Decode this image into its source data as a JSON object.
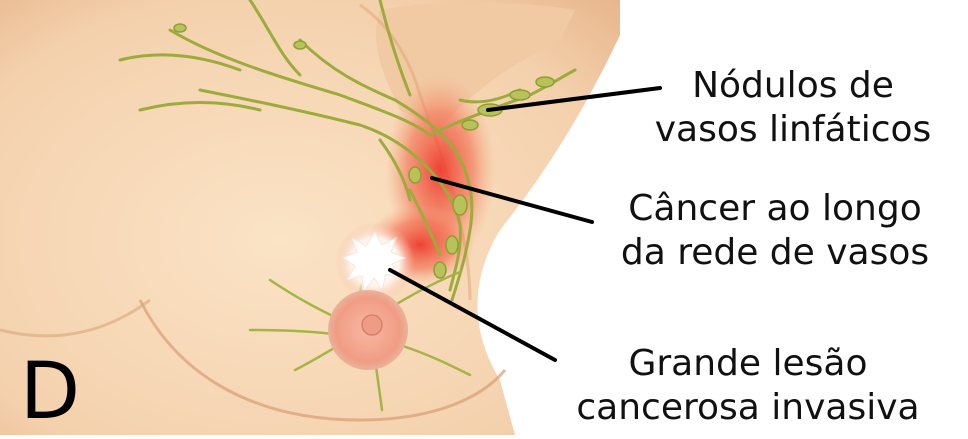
{
  "panel_letter": "D",
  "labels": {
    "nodes": "Nódulos de\nvasos linfáticos",
    "spread": "Câncer ao longo\nda rede de vasos",
    "lesion": "Grande lesão\ncancerosa invasiva"
  },
  "colors": {
    "skin": "#f6d7b4",
    "skin_shadow": "#e8b98e",
    "vessel": "#9cab3b",
    "inflammation": "#ef4a3a",
    "nipple": "#f2a48f",
    "lesion": "#ffffff"
  }
}
